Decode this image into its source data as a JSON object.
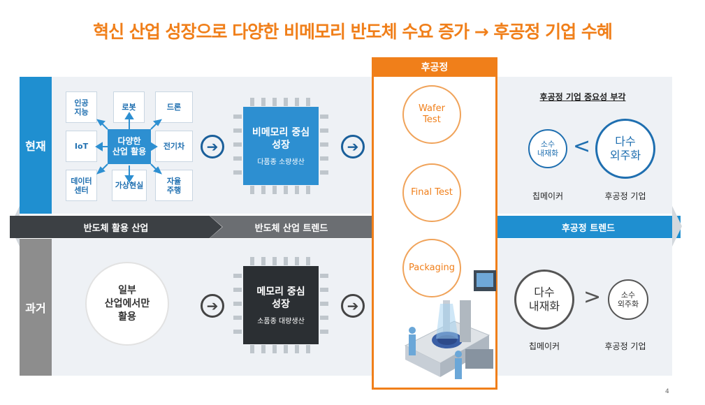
{
  "title": "혁신 산업 성장으로 다양한 비메모리 반도체 수요 증가 → 후공정 기업 수혜",
  "rows": {
    "current_label": "현재",
    "past_label": "과거"
  },
  "apps": {
    "top_left": "인공\n지능",
    "top_mid": "로봇",
    "top_right": "드론",
    "mid_left": "IoT",
    "center": "다양한\n산업 활용",
    "mid_right": "전기차",
    "bot_left": "데이터\n센터",
    "bot_mid": "가상현실",
    "bot_right": "자율\n주행"
  },
  "chip_current": {
    "line1": "비메모리 중심\n성장",
    "line2": "다품종 소량생산"
  },
  "chip_past": {
    "line1": "메모리 중심\n성장",
    "line2": "소품종 대량생산"
  },
  "past_circle": "일부\n산업에서만\n활용",
  "bands": {
    "apps": "반도체 활용 산업",
    "trend": "반도체 산업 트렌드",
    "back_trend": "후공정 트렌드"
  },
  "process": {
    "header": "후공정",
    "steps": [
      "Wafer\nTest",
      "Final Test",
      "Packaging"
    ]
  },
  "right_current": {
    "heading": "후공정 기업 중요성 부각",
    "small": "소수\n내재화",
    "big": "다수\n외주화",
    "comparator": "<",
    "label_left": "칩메이커",
    "label_right": "후공정 기업"
  },
  "right_past": {
    "big": "다수\n내재화",
    "small": "소수\n외주화",
    "comparator": ">",
    "label_left": "칩메이커",
    "label_right": "후공정 기업"
  },
  "page_number": "4",
  "colors": {
    "accent": "#f07f1a",
    "blue": "#2d8fd1",
    "navy": "#1a5f9a",
    "dark": "#2b2f33"
  }
}
